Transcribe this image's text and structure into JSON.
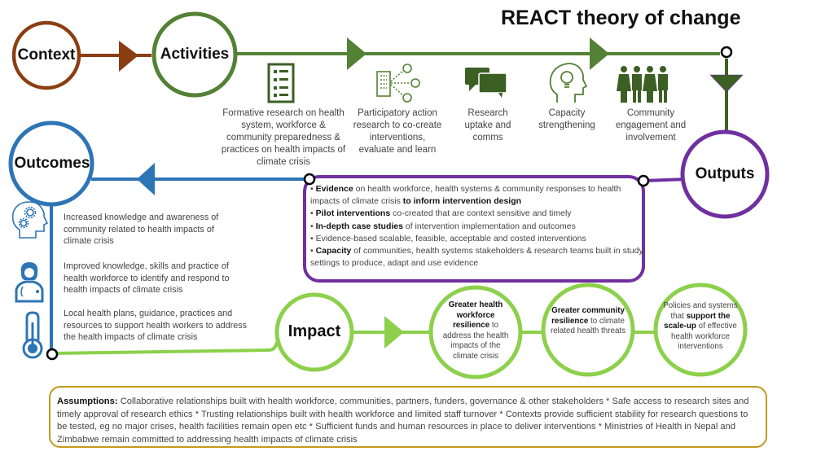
{
  "title": "REACT theory of change",
  "colors": {
    "context": "#8b3e12",
    "activities": "#538135",
    "activities_dark": "#3c5f24",
    "outputs": "#7030a0",
    "outcomes": "#2e75b6",
    "impact": "#8cd04b",
    "assumptions_border": "#c49a1c"
  },
  "nodes": {
    "context": "Context",
    "activities": "Activities",
    "outputs": "Outputs",
    "outcomes": "Outcomes",
    "impact": "Impact"
  },
  "activities": [
    {
      "icon": "checklist-icon",
      "label": "Formative research on health system, workforce & community preparedness & practices on health impacts of climate crisis"
    },
    {
      "icon": "building-network-icon",
      "label": "Participatory action research to co-create interventions, evaluate and learn"
    },
    {
      "icon": "speech-bubbles-icon",
      "label": "Research uptake and comms"
    },
    {
      "icon": "head-lightbulb-icon",
      "label": "Capacity strengthening"
    },
    {
      "icon": "people-group-icon",
      "label": "Community engagement and involvement"
    }
  ],
  "outputs": [
    {
      "bold": "Evidence",
      "text": " on health workforce, health systems & community responses to health impacts of climate crisis ",
      "bold2": "to inform intervention design"
    },
    {
      "bold": "Pilot interventions",
      "text": " co-created that are context sensitive and timely",
      "bold2": ""
    },
    {
      "bold": "In-depth case studies",
      "text": " of intervention implementation and outcomes",
      "bold2": ""
    },
    {
      "bold": "",
      "text": "Evidence-based scalable, feasible, acceptable and costed interventions",
      "bold2": ""
    },
    {
      "bold": "Capacity",
      "text": " of communities, health systems stakeholders & research teams built in study settings to produce, adapt and use evidence",
      "bold2": ""
    }
  ],
  "outcomes": [
    {
      "icon": "head-gears-icon",
      "text": "Increased knowledge and awareness of community related to health impacts of climate crisis"
    },
    {
      "icon": "health-worker-icon",
      "text": "Improved knowledge, skills and practice of health workforce to identify and respond to health impacts of climate crisis"
    },
    {
      "icon": "thermometer-icon",
      "text": "Local health plans, guidance, practices and resources to support health workers to address the health impacts of climate crisis"
    }
  ],
  "impacts": [
    {
      "pre": "",
      "bold": "Greater health workforce resilience",
      "post": " to address the health impacts of the climate crisis"
    },
    {
      "pre": "",
      "bold": "Greater community resilience",
      "post": " to climate related health threats"
    },
    {
      "pre": "Policies and systems that ",
      "bold": "support the scale-up",
      "post": " of effective health workforce interventions"
    }
  ],
  "assumptions": {
    "label": "Assumptions:",
    "text": " Collaborative relationships built with health workforce, communities, partners, funders, governance & other stakeholders * Safe access to research sites and timely approval of research ethics * Trusting relationships built with health workforce and limited staff turnover * Contexts provide sufficient stability for research questions to be tested, eg no major crises, health facilities remain open etc * Sufficient funds and human resources in place to deliver interventions * Ministries of Health in Nepal and Zimbabwe remain committed to addressing health impacts of climate crisis"
  }
}
